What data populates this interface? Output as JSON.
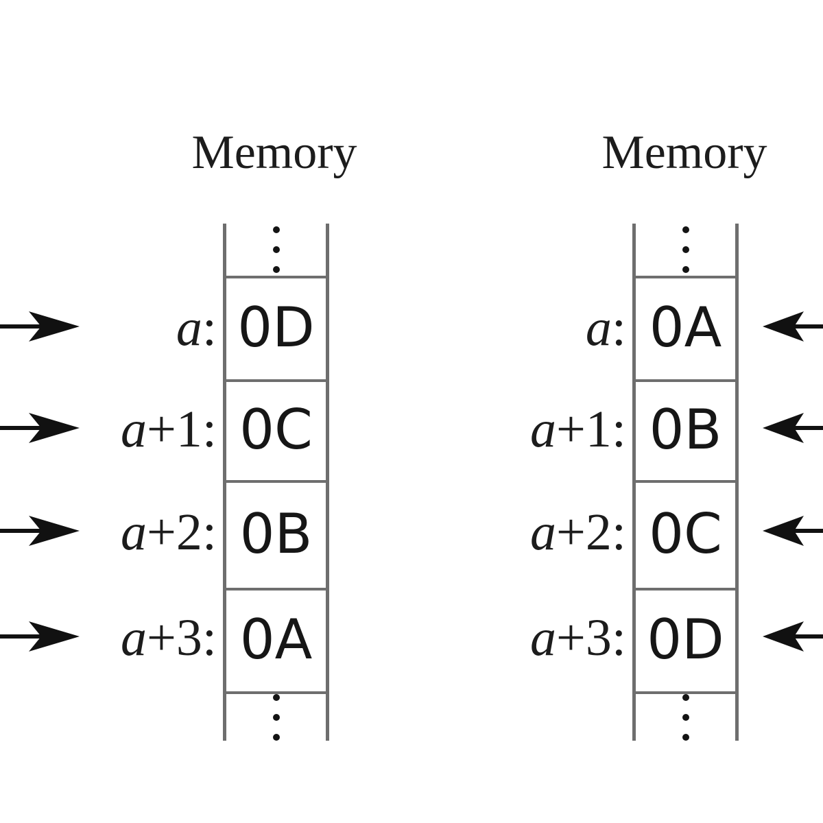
{
  "diagram": {
    "title_left": "Memory",
    "title_right": "Memory",
    "ellipsis_glyph": "vertical-ellipsis"
  },
  "panels": [
    {
      "id": "left",
      "title": "Memory",
      "byte_order": "little-endian-reversed",
      "top_ellipsis": "⋮",
      "bottom_ellipsis": "⋮",
      "arrow_direction": "right",
      "rows": [
        {
          "address": "a:",
          "addr_base": "a",
          "addr_offset": "",
          "value": "0D"
        },
        {
          "address": "a+1:",
          "addr_base": "a",
          "addr_offset": "+1",
          "value": "0C"
        },
        {
          "address": "a+2:",
          "addr_base": "a",
          "addr_offset": "+2",
          "value": "0B"
        },
        {
          "address": "a+3:",
          "addr_base": "a",
          "addr_offset": "+3",
          "value": "0A"
        }
      ]
    },
    {
      "id": "right",
      "title": "Memory",
      "byte_order": "big-endian-ascending",
      "top_ellipsis": "⋮",
      "bottom_ellipsis": "⋮",
      "arrow_direction": "left",
      "rows": [
        {
          "address": "a:",
          "addr_base": "a",
          "addr_offset": "",
          "value": "0A"
        },
        {
          "address": "a+1:",
          "addr_base": "a",
          "addr_offset": "+1",
          "value": "0B"
        },
        {
          "address": "a+2:",
          "addr_base": "a",
          "addr_offset": "+2",
          "value": "0C"
        },
        {
          "address": "a+3:",
          "addr_base": "a",
          "addr_offset": "+3",
          "value": "0D"
        }
      ]
    }
  ],
  "colors": {
    "background": "#ffffff",
    "text": "#1c1c1c",
    "rule": "#6e6e6e",
    "arrow": "#111111"
  }
}
